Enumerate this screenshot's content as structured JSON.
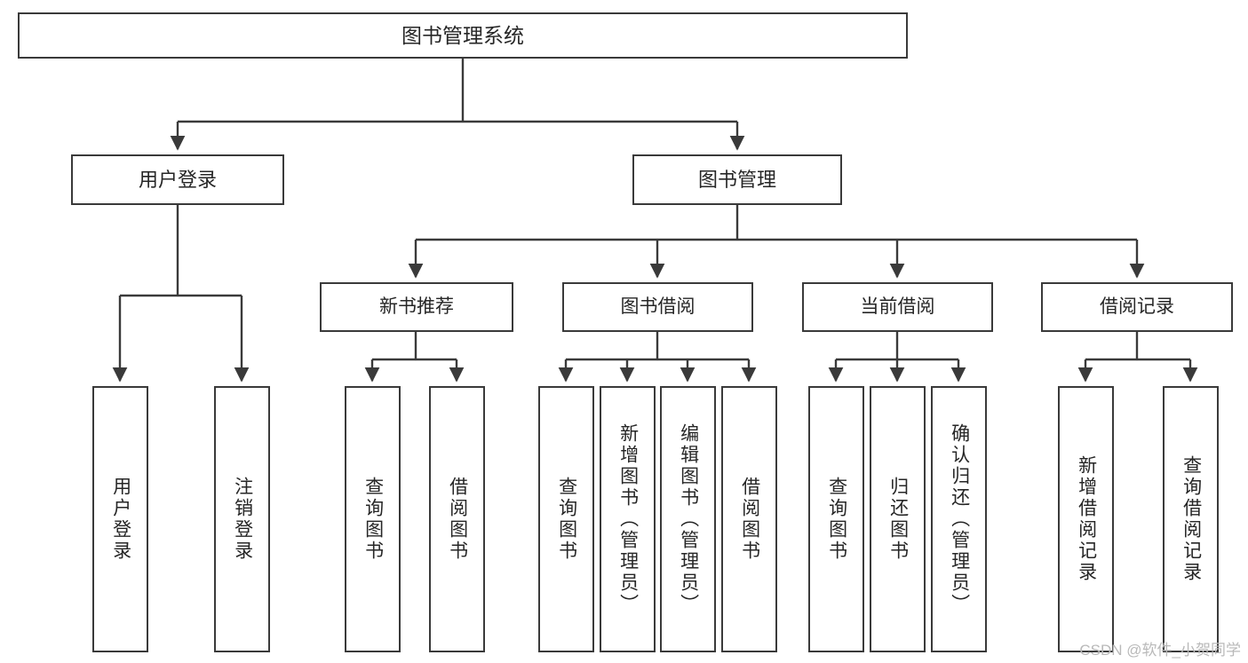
{
  "diagram": {
    "title": "图书管理系统",
    "type": "功能结构图",
    "line_color": "#3a3a3a",
    "text_color": "#262626",
    "background_color": "#ffffff",
    "watermark": "CSDN @软件_小贺同学"
  },
  "root": {
    "label": "图书管理系统"
  },
  "level2": [
    {
      "label": "用户登录"
    },
    {
      "label": "图书管理"
    }
  ],
  "level3": [
    {
      "label": "新书推荐"
    },
    {
      "label": "图书借阅"
    },
    {
      "label": "当前借阅"
    },
    {
      "label": "借阅记录"
    }
  ],
  "leaves": {
    "user_login": [
      {
        "label": "用户登录"
      },
      {
        "label": "注销登录"
      }
    ],
    "new_book_recommend": [
      {
        "label": "查询图书"
      },
      {
        "label": "借阅图书"
      }
    ],
    "book_borrow": [
      {
        "label": "查询图书"
      },
      {
        "label": "新增图书（管理员）"
      },
      {
        "label": "编辑图书（管理员）"
      },
      {
        "label": "借阅图书"
      }
    ],
    "current_borrow": [
      {
        "label": "查询图书"
      },
      {
        "label": "归还图书"
      },
      {
        "label": "确认归还（管理员）"
      }
    ],
    "borrow_record": [
      {
        "label": "新增借阅记录"
      },
      {
        "label": "查询借阅记录"
      }
    ]
  }
}
